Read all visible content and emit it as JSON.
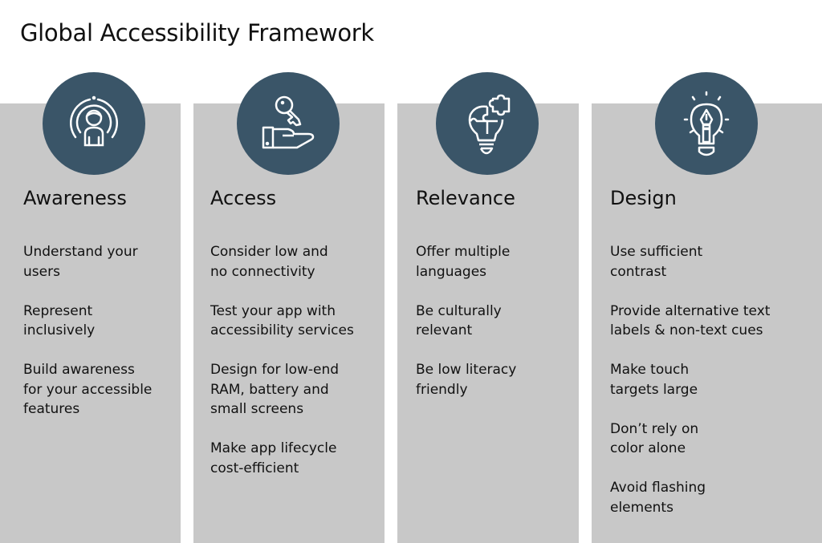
{
  "title": "Global Accessibility Framework",
  "colors": {
    "panel": "#c8c8c8",
    "circle": "#3a5568",
    "icon": "#ffffff"
  },
  "columns": [
    {
      "heading": "Awareness",
      "icon": "person-signal-icon",
      "items": [
        "Understand your\nusers",
        "Represent\ninclusively",
        "Build awareness\nfor your accessible\nfeatures"
      ]
    },
    {
      "heading": "Access",
      "icon": "hand-key-icon",
      "items": [
        "Consider low and\nno connectivity",
        "Test your app with\naccessibility services",
        "Design for low-end\nRAM, battery and\nsmall screens",
        "Make app lifecycle\ncost-efficient"
      ]
    },
    {
      "heading": "Relevance",
      "icon": "lightbulb-puzzle-icon",
      "items": [
        "Offer multiple\nlanguages",
        "Be culturally\nrelevant",
        "Be low literacy\nfriendly"
      ]
    },
    {
      "heading": "Design",
      "icon": "lightbulb-pen-icon",
      "items": [
        "Use sufficient\ncontrast",
        "Provide alternative text\nlabels & non-text cues",
        "Make touch\ntargets large",
        "Don’t rely on\ncolor alone",
        "Avoid flashing\nelements"
      ]
    }
  ]
}
